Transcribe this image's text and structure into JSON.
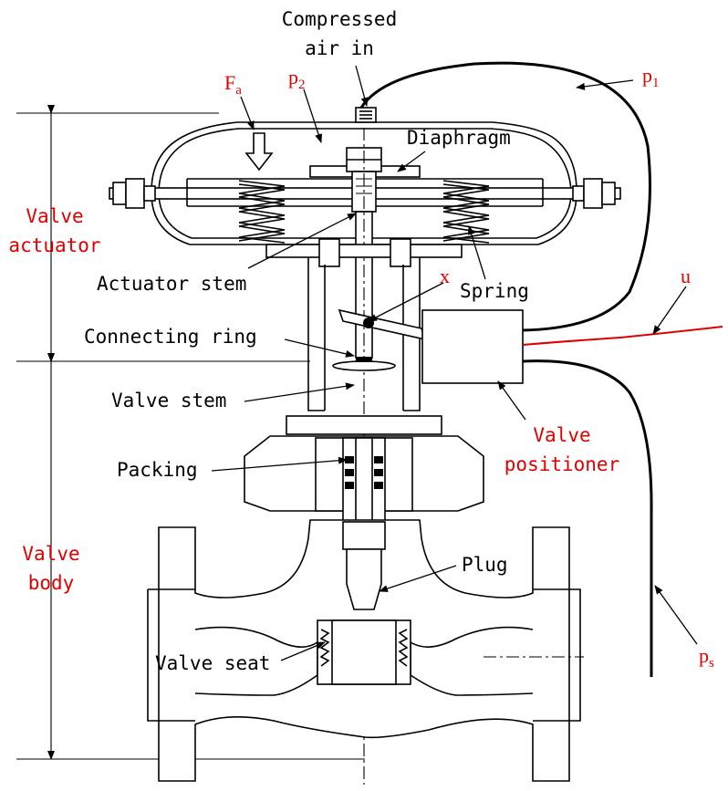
{
  "labels": {
    "compressed_air_line1": "Compressed",
    "compressed_air_line2": "air in",
    "diaphragm": "Diaphragm",
    "actuator_stem": "Actuator stem",
    "spring": "Spring",
    "connecting_ring": "Connecting ring",
    "valve_stem": "Valve stem",
    "packing": "Packing",
    "plug": "Plug",
    "valve_seat": "Valve seat"
  },
  "red_labels": {
    "valve_actuator_line1": "Valve",
    "valve_actuator_line2": "actuator",
    "valve_body_line1": "Valve",
    "valve_body_line2": "body",
    "valve_positioner_line1": "Valve",
    "valve_positioner_line2": "positioner"
  },
  "symbols": {
    "fa_main": "F",
    "fa_sub": "a",
    "p2_main": "p",
    "p2_sub": "2",
    "p1_main": "p",
    "p1_sub": "1",
    "ps_main": "p",
    "ps_sub": "s",
    "x": "x",
    "u": "u"
  },
  "colors": {
    "annotation": "#e00000",
    "drawing": "#000000"
  }
}
